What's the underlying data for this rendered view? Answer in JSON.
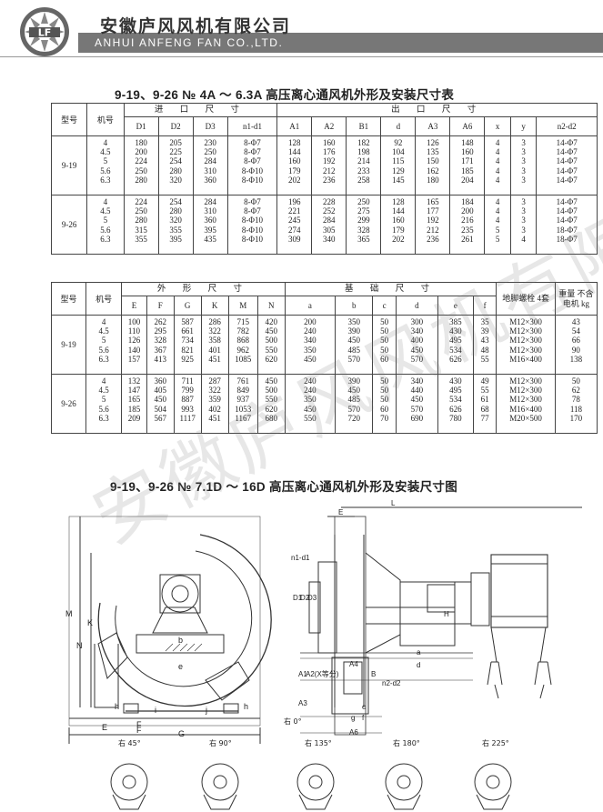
{
  "header": {
    "company_cn": "安徽庐风风机有限公司",
    "company_en": "ANHUI ANFENG FAN CO.,LTD."
  },
  "title1": "9-19、9-26 № 4A ～ 6.3A 高压离心通风机外形及安装尺寸表",
  "title2": "9-19、9-26 № 7.1D ～ 16D 高压离心通风机外形及安装尺寸图",
  "table1": {
    "col_model": "型号",
    "col_no": "机号",
    "grp_inlet": "进 口 尺 寸",
    "grp_outlet": "出 口 尺 寸",
    "inlet_cols": [
      "D1",
      "D2",
      "D3",
      "n1-d1"
    ],
    "outlet_cols": [
      "A1",
      "A2",
      "B1",
      "d",
      "A3",
      "A6",
      "x",
      "y",
      "n2-d2"
    ],
    "groups": [
      {
        "model": "9-19",
        "nos": [
          "4",
          "4.5",
          "5",
          "5.6",
          "6.3"
        ],
        "D1": [
          "180",
          "200",
          "224",
          "250",
          "280"
        ],
        "D2": [
          "205",
          "225",
          "254",
          "280",
          "320"
        ],
        "D3": [
          "230",
          "250",
          "284",
          "310",
          "360"
        ],
        "n1d1": [
          "8-Φ7",
          "8-Φ7",
          "8-Φ7",
          "8-Φ10",
          "8-Φ10"
        ],
        "A1": [
          "128",
          "144",
          "160",
          "179",
          "202"
        ],
        "A2": [
          "160",
          "176",
          "192",
          "212",
          "236"
        ],
        "B1": [
          "182",
          "198",
          "214",
          "233",
          "258"
        ],
        "d": [
          "92",
          "104",
          "115",
          "129",
          "145"
        ],
        "A3": [
          "126",
          "135",
          "150",
          "162",
          "180"
        ],
        "A6": [
          "148",
          "160",
          "171",
          "185",
          "204"
        ],
        "x": [
          "4",
          "4",
          "4",
          "4",
          "4"
        ],
        "y": [
          "3",
          "3",
          "3",
          "3",
          "3"
        ],
        "n2d2": [
          "14-Φ7",
          "14-Φ7",
          "14-Φ7",
          "14-Φ7",
          "14-Φ7"
        ]
      },
      {
        "model": "9-26",
        "nos": [
          "4",
          "4.5",
          "5",
          "5.6",
          "6.3"
        ],
        "D1": [
          "224",
          "250",
          "280",
          "315",
          "355"
        ],
        "D2": [
          "254",
          "280",
          "320",
          "355",
          "395"
        ],
        "D3": [
          "284",
          "310",
          "360",
          "395",
          "435"
        ],
        "n1d1": [
          "8-Φ7",
          "8-Φ7",
          "8-Φ10",
          "8-Φ10",
          "8-Φ10"
        ],
        "A1": [
          "196",
          "221",
          "245",
          "274",
          "309"
        ],
        "A2": [
          "228",
          "252",
          "284",
          "305",
          "340"
        ],
        "B1": [
          "250",
          "275",
          "299",
          "328",
          "365"
        ],
        "d": [
          "128",
          "144",
          "160",
          "179",
          "202"
        ],
        "A3": [
          "165",
          "177",
          "192",
          "212",
          "236"
        ],
        "A6": [
          "184",
          "200",
          "216",
          "235",
          "261"
        ],
        "x": [
          "4",
          "4",
          "4",
          "5",
          "5"
        ],
        "y": [
          "3",
          "3",
          "3",
          "3",
          "4"
        ],
        "n2d2": [
          "14-Φ7",
          "14-Φ7",
          "14-Φ7",
          "18-Φ7",
          "18-Φ7"
        ]
      }
    ]
  },
  "table2": {
    "col_model": "型号",
    "col_no": "机号",
    "grp_shape": "外 形 尺 寸",
    "grp_base": "基 础 尺 寸",
    "shape_cols": [
      "E",
      "F",
      "G",
      "K",
      "M",
      "N"
    ],
    "base_cols": [
      "a",
      "b",
      "c",
      "d",
      "e",
      "f"
    ],
    "bolt_head": "地脚螺栓 4套",
    "weight_head": "重量 不含电机 kg",
    "groups": [
      {
        "model": "9-19",
        "nos": [
          "4",
          "4.5",
          "5",
          "5.6",
          "6.3"
        ],
        "E": [
          "100",
          "110",
          "126",
          "140",
          "157"
        ],
        "F": [
          "262",
          "295",
          "328",
          "367",
          "413"
        ],
        "G": [
          "587",
          "661",
          "734",
          "821",
          "925"
        ],
        "K": [
          "286",
          "322",
          "358",
          "401",
          "451"
        ],
        "M": [
          "715",
          "782",
          "868",
          "962",
          "1085"
        ],
        "N": [
          "420",
          "450",
          "500",
          "550",
          "620"
        ],
        "a": [
          "200",
          "240",
          "340",
          "350",
          "450"
        ],
        "b": [
          "350",
          "390",
          "450",
          "485",
          "570"
        ],
        "c": [
          "50",
          "50",
          "50",
          "50",
          "60"
        ],
        "d": [
          "300",
          "340",
          "400",
          "450",
          "570"
        ],
        "e": [
          "385",
          "430",
          "495",
          "534",
          "626"
        ],
        "f": [
          "35",
          "39",
          "43",
          "48",
          "55"
        ],
        "bolt": [
          "M12×300",
          "M12×300",
          "M12×300",
          "M12×300",
          "M16×400"
        ],
        "weight": [
          "43",
          "54",
          "66",
          "90",
          "138"
        ]
      },
      {
        "model": "9-26",
        "nos": [
          "4",
          "4.5",
          "5",
          "5.6",
          "6.3"
        ],
        "E": [
          "132",
          "147",
          "165",
          "185",
          "209"
        ],
        "F": [
          "360",
          "405",
          "450",
          "504",
          "567"
        ],
        "G": [
          "711",
          "799",
          "887",
          "993",
          "1117"
        ],
        "K": [
          "287",
          "322",
          "359",
          "402",
          "451"
        ],
        "M": [
          "761",
          "849",
          "937",
          "1053",
          "1167"
        ],
        "N": [
          "450",
          "500",
          "550",
          "620",
          "680"
        ],
        "a": [
          "240",
          "240",
          "350",
          "450",
          "550"
        ],
        "b": [
          "390",
          "450",
          "485",
          "570",
          "720"
        ],
        "c": [
          "50",
          "50",
          "50",
          "60",
          "70"
        ],
        "d": [
          "340",
          "440",
          "450",
          "570",
          "690"
        ],
        "e": [
          "430",
          "495",
          "534",
          "626",
          "780"
        ],
        "f": [
          "49",
          "55",
          "61",
          "68",
          "77"
        ],
        "bolt": [
          "M12×300",
          "M12×300",
          "M12×300",
          "M16×400",
          "M20×500"
        ],
        "weight": [
          "50",
          "62",
          "78",
          "118",
          "170"
        ]
      }
    ]
  },
  "drawing": {
    "front_labels": [
      "M",
      "K",
      "N",
      "E",
      "F",
      "b",
      "e",
      "h",
      "i",
      "j",
      "h",
      "F",
      "G"
    ],
    "side_labels": [
      "L",
      "E",
      "n1-d1",
      "D1",
      "D2",
      "D3",
      "A1",
      "A2(X等分)",
      "A3",
      "A4",
      "B",
      "a",
      "d",
      "n2-d2",
      "c",
      "f",
      "g",
      "A6",
      "H"
    ],
    "rotations": [
      "右 0°",
      "右 45°",
      "右 90°",
      "右 135°",
      "右 180°",
      "右 225°"
    ]
  },
  "watermark": "安徽庐风风机有限公司"
}
